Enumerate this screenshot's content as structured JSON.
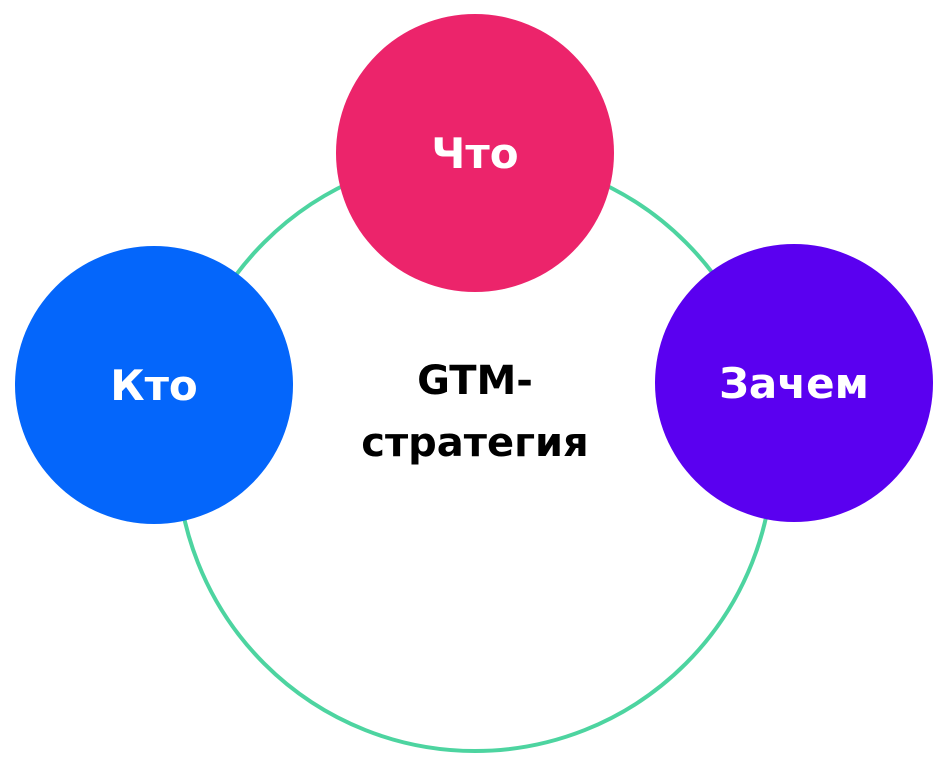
{
  "diagram": {
    "center": {
      "line1": "GTM-",
      "line2": "стратегия"
    },
    "nodes": [
      {
        "label": "Что",
        "color": "#ec246b"
      },
      {
        "label": "Кто",
        "color": "#0466fb"
      },
      {
        "label": "Зачем",
        "color": "#5a00f0"
      }
    ],
    "ring_color": "#4dd4a0"
  }
}
